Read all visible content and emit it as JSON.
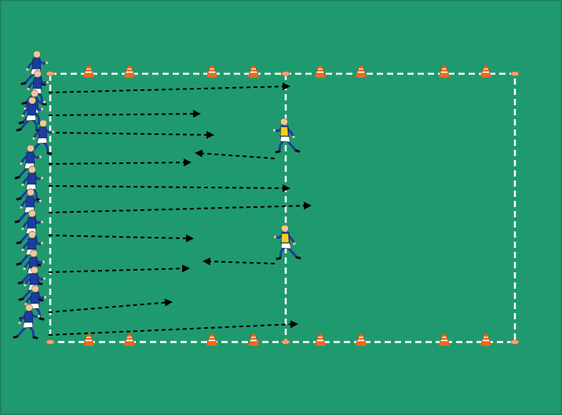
{
  "colors": {
    "field": "#1f9a6e",
    "border": "#1b7f5c",
    "line": "#ffffff",
    "arrow": "#000000",
    "cone": "#f0691e",
    "cone_stripe": "#ffffff",
    "marker": "#f4a276",
    "attacker_shirt": "#1c3c9e",
    "attacker_shorts": "#ffffff",
    "defender_bib": "#f5d21a",
    "skin": "#f0c89c",
    "socks": "#1c3c9e"
  },
  "drill": {
    "attackers": 14,
    "defenders": 2,
    "runs": 10,
    "defender_moves": 2
  },
  "icons": {
    "cone": "training-cone-icon",
    "marker": "flat-disc-marker-icon",
    "attacker": "attacking-player-icon",
    "defender": "defending-player-icon"
  }
}
